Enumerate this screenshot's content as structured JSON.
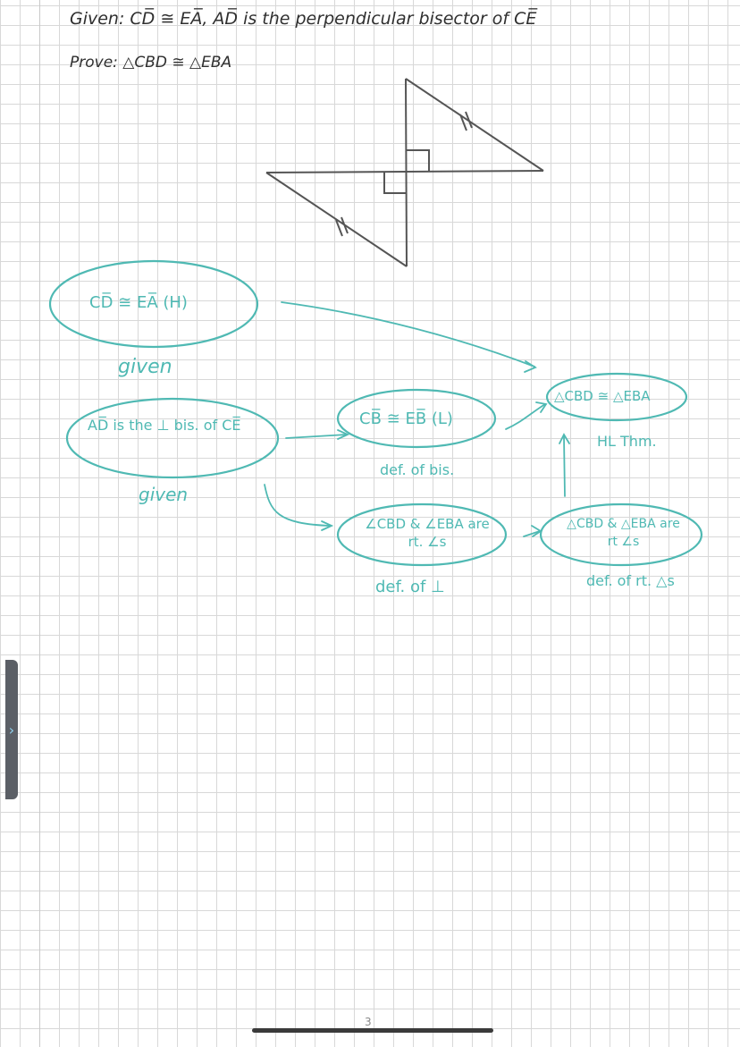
{
  "header": {
    "given_line": "Given: CD̅ ≅ EA̅, AD̅ is the perpendicular bisector of CE̅",
    "prove_line": "Prove: △CBD ≅ △EBA"
  },
  "statements": [
    {
      "statement": "CD̅ ≅ EA̅ (H)",
      "reason": "given"
    },
    {
      "statement": "AD̅ is the ⊥ bis. of CE̅",
      "reason": "given"
    },
    {
      "statement": "CB̅ ≅ EB̅ (L)",
      "reason": "def. of bis."
    },
    {
      "statement": "∠CBD & ∠EBA are rt. ∠s",
      "reason": "def. of ⊥"
    },
    {
      "statement": "△CBD & △EBA are rt ∠s",
      "reason": "def. of rt. △s"
    },
    {
      "statement": "△CBD ≅ △EBA",
      "reason": "HL Thm."
    }
  ],
  "footer": {
    "page_number": "3"
  },
  "ui": {
    "side_tab_glyph": "›"
  },
  "colors": {
    "ink_dark": "#2f2f2f",
    "ink_teal": "#4fb9b3",
    "grid": "#d8d8d8"
  }
}
